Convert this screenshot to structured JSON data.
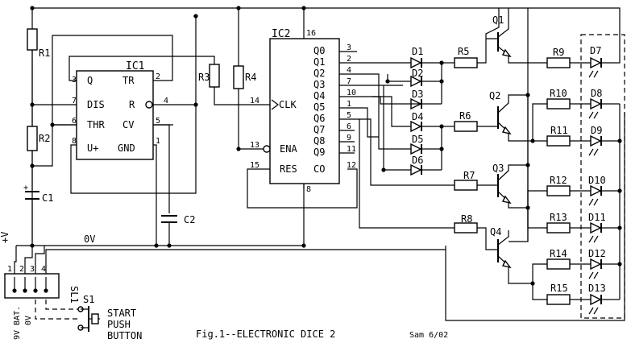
{
  "caption": "Fig.1--ELECTRONIC DICE 2",
  "signature": "Sam 6/02",
  "ic1": {
    "name": "IC1",
    "pins_left": [
      "Q",
      "DIS",
      "THR",
      "U+"
    ],
    "pins_right": [
      "TR",
      "R",
      "CV",
      "GND"
    ],
    "pin_nums_left": [
      "3",
      "7",
      "6",
      "8"
    ],
    "pin_nums_right": [
      "2",
      "4",
      "5",
      "1"
    ]
  },
  "ic2": {
    "name": "IC2",
    "pin_top": "16",
    "pin_bottom": "8",
    "left_pins": [
      "CLK",
      "ENA",
      "RES"
    ],
    "left_nums": [
      "14",
      "13",
      "15"
    ],
    "outputs": [
      "Q0",
      "Q1",
      "Q2",
      "Q3",
      "Q4",
      "Q5",
      "Q6",
      "Q7",
      "Q8",
      "Q9",
      "CO"
    ],
    "output_nums": [
      "3",
      "2",
      "4",
      "7",
      "10",
      "1",
      "5",
      "6",
      "9",
      "11",
      "12"
    ]
  },
  "resistors": [
    "R1",
    "R2",
    "R3",
    "R4",
    "R5",
    "R6",
    "R7",
    "R8",
    "R9",
    "R10",
    "R11",
    "R12",
    "R13",
    "R14",
    "R15"
  ],
  "capacitors": [
    "C1",
    "C2"
  ],
  "diodes": [
    "D1",
    "D2",
    "D3",
    "D4",
    "D5",
    "D6"
  ],
  "leds": [
    "D7",
    "D8",
    "D9",
    "D10",
    "D11",
    "D12",
    "D13"
  ],
  "transistors": [
    "Q1",
    "Q2",
    "Q3",
    "Q4"
  ],
  "connector": {
    "name": "SL1",
    "pins": [
      "1",
      "2",
      "3",
      "4"
    ],
    "label1": "9V BAT.",
    "label2": "0V"
  },
  "rails": {
    "positive": "+V",
    "ground": "0V"
  },
  "switch": {
    "name": "S1",
    "line1": "START",
    "line2": "PUSH",
    "line3": "BUTTON"
  }
}
